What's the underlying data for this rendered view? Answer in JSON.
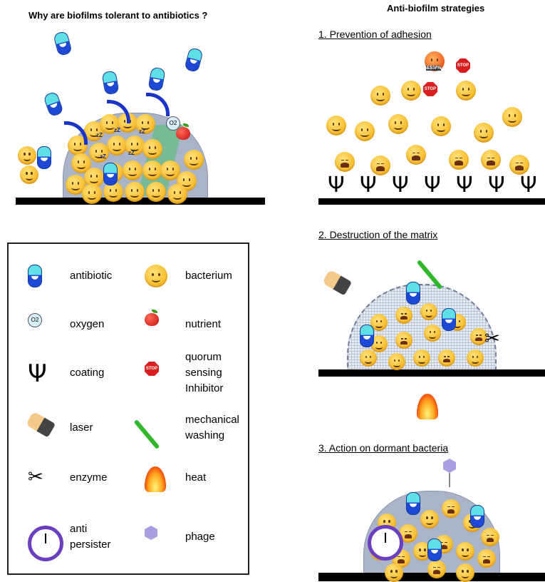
{
  "left_panel": {
    "title": "Why are biofilms tolerant to antibiotics ?",
    "oxygen_label": "O2"
  },
  "right_panel": {
    "title": "Anti-biofilm strategies",
    "sections": [
      {
        "label": "1. Prevention of adhesion",
        "stop_label": "STOP",
        "angry_text": "&$!#%"
      },
      {
        "label": "2. Destruction of the matrix"
      },
      {
        "label": "3. Action on dormant bacteria"
      }
    ]
  },
  "legend": {
    "items": [
      {
        "icon": "antibiotic-pill-icon",
        "label": "antibiotic"
      },
      {
        "icon": "bacterium-smiley-icon",
        "label": "bacterium"
      },
      {
        "icon": "oxygen-bubble-icon",
        "label": "oxygen",
        "icon_text": "O2"
      },
      {
        "icon": "apple-icon",
        "label": "nutrient"
      },
      {
        "icon": "trident-icon",
        "label": "coating"
      },
      {
        "icon": "stop-sign-icon",
        "label": "quorum sensing Inhibitor",
        "lines": [
          "quorum",
          "sensing",
          "Inhibitor"
        ],
        "icon_text": "STOP"
      },
      {
        "icon": "laser-gun-icon",
        "label": "laser"
      },
      {
        "icon": "toothbrush-icon",
        "label": "mechanical washing",
        "lines": [
          "mechanical",
          "washing"
        ]
      },
      {
        "icon": "scissors-icon",
        "label": "enzyme"
      },
      {
        "icon": "fire-icon",
        "label": "heat"
      },
      {
        "icon": "alarm-clock-icon",
        "label": "anti persister",
        "lines": [
          "anti",
          "persister"
        ]
      },
      {
        "icon": "phage-icon",
        "label": "phage"
      }
    ]
  },
  "colors": {
    "matrix": "#a9b4c8",
    "antibiotic_top": "#5fe0e6",
    "antibiotic_bottom": "#1d49d6",
    "arrow": "#1a34c7",
    "bacterium": "#f6b928"
  }
}
